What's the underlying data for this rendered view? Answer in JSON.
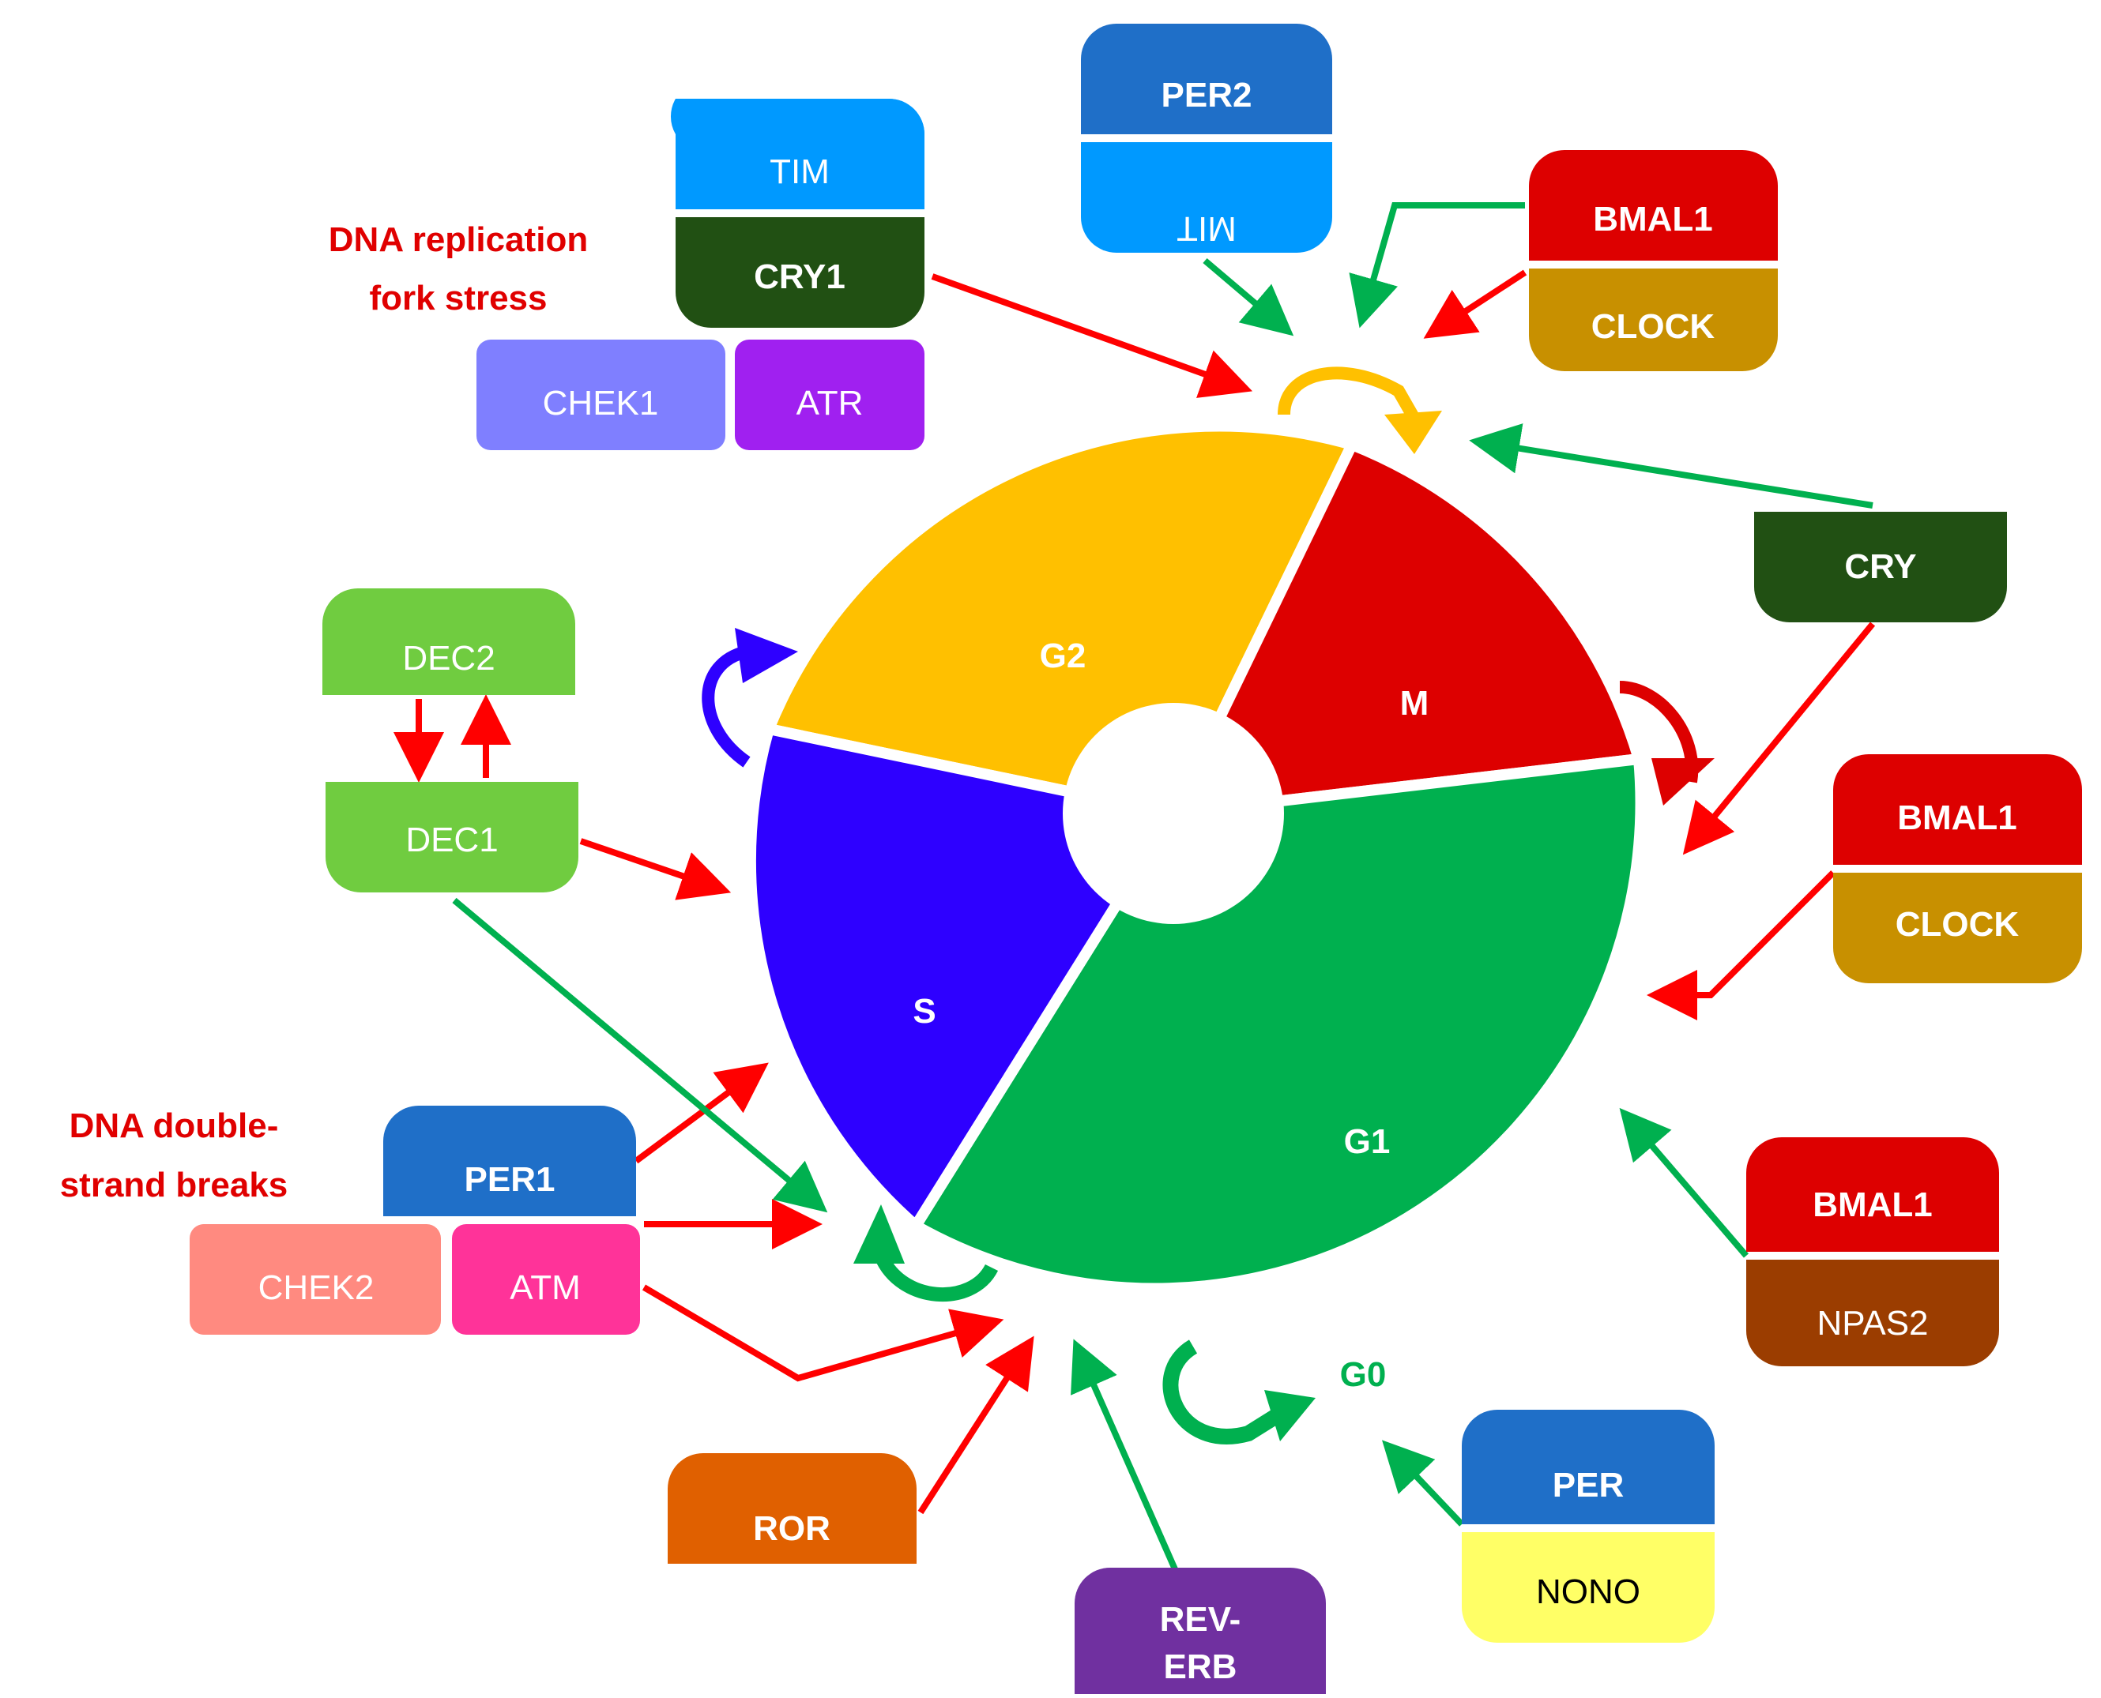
{
  "phases": {
    "g2": {
      "label": "G2",
      "color": "#FFC000"
    },
    "m": {
      "label": "M",
      "color": "#DD0000"
    },
    "g1": {
      "label": "G1",
      "color": "#00B04F"
    },
    "s": {
      "label": "S",
      "color": "#2E00FF"
    },
    "g0": {
      "label": "G0",
      "color": "#00B04F"
    }
  },
  "annotations": {
    "replication_stress": [
      "DNA replication",
      "fork stress"
    ],
    "double_strand_breaks": [
      "DNA double-",
      "strand breaks"
    ]
  },
  "complexes": {
    "tim_cry1": {
      "top": "TIM",
      "bottom": "CRY1",
      "top_color": "#0099FF",
      "bottom_color": "#215013"
    },
    "chek1": {
      "label": "CHEK1",
      "color": "#7F7FFF"
    },
    "atr": {
      "label": "ATR",
      "color": "#A020F0"
    },
    "per2_tim": {
      "top": "PER2",
      "bottom": "TIM",
      "top_color": "#1F6FC8",
      "bottom_color": "#0099FF"
    },
    "bmal1_clock_top": {
      "top": "BMAL1",
      "bottom": "CLOCK",
      "top_color": "#DD0000",
      "bottom_color": "#C89000"
    },
    "cry": {
      "label": "CRY",
      "color": "#215013"
    },
    "bmal1_clock_right": {
      "top": "BMAL1",
      "bottom": "CLOCK",
      "top_color": "#DD0000",
      "bottom_color": "#C89000"
    },
    "bmal1_npas2": {
      "top": "BMAL1",
      "bottom": "NPAS2",
      "top_color": "#DD0000",
      "bottom_color": "#9B3D00"
    },
    "per_nono": {
      "top": "PER",
      "bottom": "NONO",
      "top_color": "#1F6FC8",
      "bottom_color": "#FFFF66"
    },
    "rev_erb": {
      "line1": "REV-",
      "line2": "ERB",
      "color": "#7030A0"
    },
    "ror": {
      "label": "ROR",
      "color": "#E06000"
    },
    "per1": {
      "label": "PER1",
      "color": "#1F6FC8"
    },
    "chek2": {
      "label": "CHEK2",
      "color": "#FF8A80"
    },
    "atm": {
      "label": "ATM",
      "color": "#FF3399"
    },
    "dec2": {
      "label": "DEC2",
      "color": "#70CC40"
    },
    "dec1": {
      "label": "DEC1",
      "color": "#70CC40"
    }
  },
  "colors": {
    "activation": "#00B04F",
    "inhibition": "#FF0000"
  }
}
